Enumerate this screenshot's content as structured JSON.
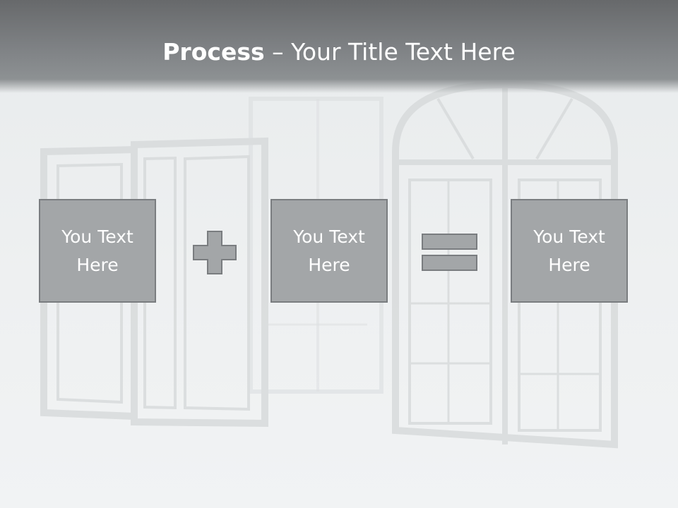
{
  "title": {
    "bold": "Process",
    "rest": " – Your Title Text Here"
  },
  "boxes": [
    {
      "label": "You Text Here"
    },
    {
      "label": "You Text Here"
    },
    {
      "label": "You Text Here"
    }
  ],
  "operators": [
    "plus-icon",
    "equals-icon"
  ],
  "colors": {
    "header": "#7f8285",
    "box_fill": "#a3a6a8",
    "box_border": "#7a7d80",
    "text": "#ffffff"
  }
}
